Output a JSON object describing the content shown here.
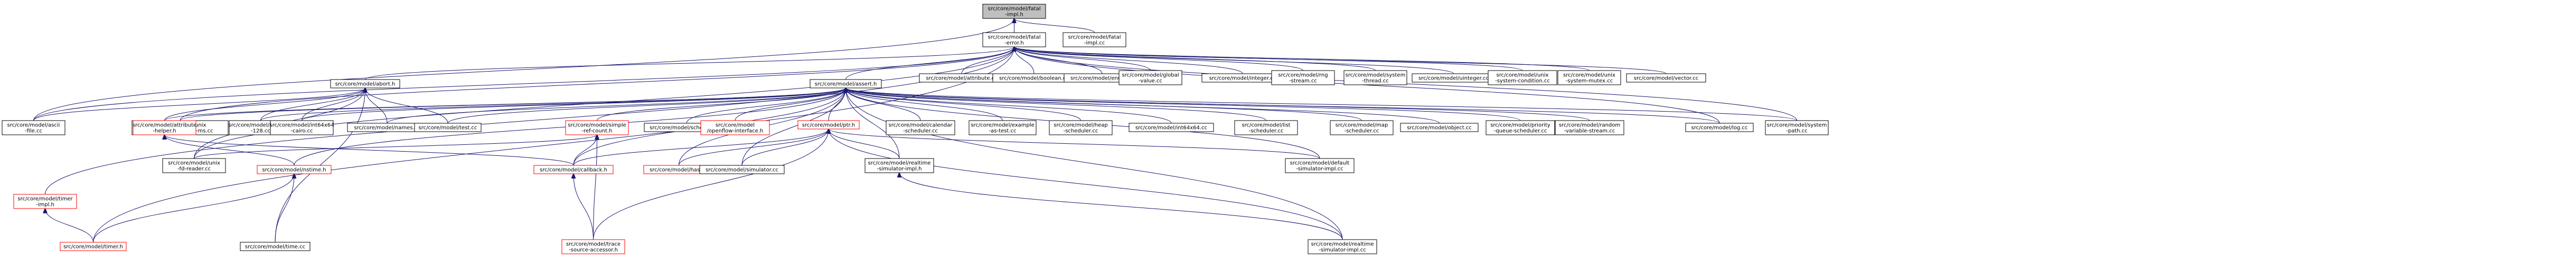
{
  "colors": {
    "edge": "#191970",
    "border_normal": "#000000",
    "border_truncated": "#ff0000",
    "fill_normal": "#ffffff",
    "fill_root": "#bfbfbf",
    "text": "#000000"
  },
  "nodes": [
    {
      "id": "fatal_impl_h",
      "lines": [
        "src/core/model/fatal",
        "-impl.h"
      ],
      "kind": "root"
    },
    {
      "id": "fatal_error_h",
      "lines": [
        "src/core/model/fatal",
        "-error.h"
      ],
      "kind": "normal"
    },
    {
      "id": "fatal_impl_cc",
      "lines": [
        "src/core/model/fatal",
        "-impl.cc"
      ],
      "kind": "normal"
    },
    {
      "id": "abort_h",
      "lines": [
        "src/core/model/abort.h"
      ],
      "kind": "normal"
    },
    {
      "id": "assert_h",
      "lines": [
        "src/core/model/assert.h"
      ],
      "kind": "normal"
    },
    {
      "id": "ascii_file_cc",
      "lines": [
        "src/core/model/ascii",
        "-file.cc"
      ],
      "kind": "normal"
    },
    {
      "id": "timer_impl_h",
      "lines": [
        "src/core/model/timer",
        "-impl.h"
      ],
      "kind": "truncated"
    },
    {
      "id": "timer_h",
      "lines": [
        "src/core/model/timer.h"
      ],
      "kind": "truncated"
    },
    {
      "id": "unix_wall_clock_cc",
      "lines": [
        "src/core/model/unix",
        "-system-wall-clock-ms.cc"
      ],
      "kind": "normal"
    },
    {
      "id": "attribute_helper_h",
      "lines": [
        "src/core/model/attribute",
        "-helper.h"
      ],
      "kind": "truncated"
    },
    {
      "id": "int64x64_128_cc",
      "lines": [
        "src/core/model/int64x64",
        "-128.cc"
      ],
      "kind": "normal"
    },
    {
      "id": "int64x64_cairo_cc",
      "lines": [
        "src/core/model/int64x64",
        "-cairo.cc"
      ],
      "kind": "normal"
    },
    {
      "id": "names_cc",
      "lines": [
        "src/core/model/names.cc"
      ],
      "kind": "normal"
    },
    {
      "id": "test_cc",
      "lines": [
        "src/core/model/test.cc"
      ],
      "kind": "normal"
    },
    {
      "id": "simple_ref_count_h",
      "lines": [
        "src/core/model/simple",
        "-ref-count.h"
      ],
      "kind": "truncated"
    },
    {
      "id": "scheduler_cc",
      "lines": [
        "src/core/model/scheduler.cc"
      ],
      "kind": "normal"
    },
    {
      "id": "openflow_interface_h",
      "lines": [
        "src/core/model",
        "/openflow-interface.h"
      ],
      "kind": "truncated"
    },
    {
      "id": "ptr_h",
      "lines": [
        "src/core/model/ptr.h"
      ],
      "kind": "truncated"
    },
    {
      "id": "calendar_scheduler_cc",
      "lines": [
        "src/core/model/calendar",
        "-scheduler.cc"
      ],
      "kind": "normal"
    },
    {
      "id": "attribute_cc",
      "lines": [
        "src/core/model/attribute.cc"
      ],
      "kind": "normal"
    },
    {
      "id": "boolean_cc",
      "lines": [
        "src/core/model/boolean.cc"
      ],
      "kind": "normal"
    },
    {
      "id": "enum_cc",
      "lines": [
        "src/core/model/enum.cc"
      ],
      "kind": "normal"
    },
    {
      "id": "global_value_cc",
      "lines": [
        "src/core/model/global",
        "-value.cc"
      ],
      "kind": "normal"
    },
    {
      "id": "integer_cc",
      "lines": [
        "src/core/model/integer.cc"
      ],
      "kind": "normal"
    },
    {
      "id": "rng_stream_cc",
      "lines": [
        "src/core/model/rng",
        "-stream.cc"
      ],
      "kind": "normal"
    },
    {
      "id": "system_thread_cc",
      "lines": [
        "src/core/model/system",
        "-thread.cc"
      ],
      "kind": "normal"
    },
    {
      "id": "uinteger_cc",
      "lines": [
        "src/core/model/uinteger.cc"
      ],
      "kind": "normal"
    },
    {
      "id": "unix_cond_cc",
      "lines": [
        "src/core/model/unix",
        "-system-condition.cc"
      ],
      "kind": "normal"
    },
    {
      "id": "unix_mutex_cc",
      "lines": [
        "src/core/model/unix",
        "-system-mutex.cc"
      ],
      "kind": "normal"
    },
    {
      "id": "vector_cc",
      "lines": [
        "src/core/model/vector.cc"
      ],
      "kind": "normal"
    },
    {
      "id": "example_as_test_cc",
      "lines": [
        "src/core/model/example",
        "-as-test.cc"
      ],
      "kind": "normal"
    },
    {
      "id": "heap_scheduler_cc",
      "lines": [
        "src/core/model/heap",
        "-scheduler.cc"
      ],
      "kind": "normal"
    },
    {
      "id": "int64x64_cc",
      "lines": [
        "src/core/model/int64x64.cc"
      ],
      "kind": "normal"
    },
    {
      "id": "list_scheduler_cc",
      "lines": [
        "src/core/model/list",
        "-scheduler.cc"
      ],
      "kind": "normal"
    },
    {
      "id": "map_scheduler_cc",
      "lines": [
        "src/core/model/map",
        "-scheduler.cc"
      ],
      "kind": "normal"
    },
    {
      "id": "object_cc",
      "lines": [
        "src/core/model/object.cc"
      ],
      "kind": "normal"
    },
    {
      "id": "priority_queue_cc",
      "lines": [
        "src/core/model/priority",
        "-queue-scheduler.cc"
      ],
      "kind": "normal"
    },
    {
      "id": "random_variable_stream_cc",
      "lines": [
        "src/core/model/random",
        "-variable-stream.cc"
      ],
      "kind": "normal"
    },
    {
      "id": "log_cc",
      "lines": [
        "src/core/model/log.cc"
      ],
      "kind": "normal"
    },
    {
      "id": "system_path_cc",
      "lines": [
        "src/core/model/system",
        "-path.cc"
      ],
      "kind": "normal"
    },
    {
      "id": "unix_fd_reader_cc",
      "lines": [
        "src/core/model/unix",
        "-fd-reader.cc"
      ],
      "kind": "normal"
    },
    {
      "id": "nstime_h",
      "lines": [
        "src/core/model/nstime.h"
      ],
      "kind": "truncated"
    },
    {
      "id": "callback_h",
      "lines": [
        "src/core/model/callback.h"
      ],
      "kind": "truncated"
    },
    {
      "id": "hash_h",
      "lines": [
        "src/core/model/hash.h"
      ],
      "kind": "truncated"
    },
    {
      "id": "simulator_cc",
      "lines": [
        "src/core/model/simulator.cc"
      ],
      "kind": "normal"
    },
    {
      "id": "realtime_sim_impl_h",
      "lines": [
        "src/core/model/realtime",
        "-simulator-impl.h"
      ],
      "kind": "normal"
    },
    {
      "id": "default_sim_impl_cc",
      "lines": [
        "src/core/model/default",
        "-simulator-impl.cc"
      ],
      "kind": "normal"
    },
    {
      "id": "time_cc",
      "lines": [
        "src/core/model/time.cc"
      ],
      "kind": "normal"
    },
    {
      "id": "trace_source_accessor_h",
      "lines": [
        "src/core/model/trace",
        "-source-accessor.h"
      ],
      "kind": "truncated"
    },
    {
      "id": "realtime_sim_impl_cc",
      "lines": [
        "src/core/model/realtime",
        "-simulator-impl.cc"
      ],
      "kind": "normal"
    }
  ],
  "edges": [
    [
      "fatal_error_h",
      "fatal_impl_h"
    ],
    [
      "fatal_impl_cc",
      "fatal_impl_h"
    ],
    [
      "ascii_file_cc",
      "fatal_impl_h"
    ],
    [
      "abort_h",
      "fatal_error_h"
    ],
    [
      "assert_h",
      "fatal_error_h"
    ],
    [
      "ascii_file_cc",
      "fatal_error_h"
    ],
    [
      "timer_impl_h",
      "fatal_error_h"
    ],
    [
      "timer_h",
      "fatal_error_h"
    ],
    [
      "unix_wall_clock_cc",
      "fatal_error_h"
    ],
    [
      "unix_fd_reader_cc",
      "fatal_error_h"
    ],
    [
      "attribute_cc",
      "fatal_error_h"
    ],
    [
      "boolean_cc",
      "fatal_error_h"
    ],
    [
      "enum_cc",
      "fatal_error_h"
    ],
    [
      "global_value_cc",
      "fatal_error_h"
    ],
    [
      "integer_cc",
      "fatal_error_h"
    ],
    [
      "rng_stream_cc",
      "fatal_error_h"
    ],
    [
      "system_thread_cc",
      "fatal_error_h"
    ],
    [
      "uinteger_cc",
      "fatal_error_h"
    ],
    [
      "unix_cond_cc",
      "fatal_error_h"
    ],
    [
      "unix_mutex_cc",
      "fatal_error_h"
    ],
    [
      "vector_cc",
      "fatal_error_h"
    ],
    [
      "system_path_cc",
      "fatal_error_h"
    ],
    [
      "log_cc",
      "fatal_error_h"
    ],
    [
      "ascii_file_cc",
      "abort_h"
    ],
    [
      "attribute_helper_h",
      "abort_h"
    ],
    [
      "int64x64_128_cc",
      "abort_h"
    ],
    [
      "int64x64_cairo_cc",
      "abort_h"
    ],
    [
      "names_cc",
      "abort_h"
    ],
    [
      "test_cc",
      "abort_h"
    ],
    [
      "unix_fd_reader_cc",
      "abort_h"
    ],
    [
      "time_cc",
      "abort_h"
    ],
    [
      "unix_wall_clock_cc",
      "assert_h"
    ],
    [
      "attribute_helper_h",
      "assert_h"
    ],
    [
      "int64x64_128_cc",
      "assert_h"
    ],
    [
      "int64x64_cairo_cc",
      "assert_h"
    ],
    [
      "names_cc",
      "assert_h"
    ],
    [
      "test_cc",
      "assert_h"
    ],
    [
      "simple_ref_count_h",
      "assert_h"
    ],
    [
      "scheduler_cc",
      "assert_h"
    ],
    [
      "openflow_interface_h",
      "assert_h"
    ],
    [
      "ptr_h",
      "assert_h"
    ],
    [
      "calendar_scheduler_cc",
      "assert_h"
    ],
    [
      "example_as_test_cc",
      "assert_h"
    ],
    [
      "heap_scheduler_cc",
      "assert_h"
    ],
    [
      "int64x64_cc",
      "assert_h"
    ],
    [
      "list_scheduler_cc",
      "assert_h"
    ],
    [
      "map_scheduler_cc",
      "assert_h"
    ],
    [
      "object_cc",
      "assert_h"
    ],
    [
      "priority_queue_cc",
      "assert_h"
    ],
    [
      "random_variable_stream_cc",
      "assert_h"
    ],
    [
      "log_cc",
      "assert_h"
    ],
    [
      "system_path_cc",
      "assert_h"
    ],
    [
      "callback_h",
      "assert_h"
    ],
    [
      "hash_h",
      "assert_h"
    ],
    [
      "simulator_cc",
      "assert_h"
    ],
    [
      "realtime_sim_impl_h",
      "assert_h"
    ],
    [
      "default_sim_impl_cc",
      "assert_h"
    ],
    [
      "realtime_sim_impl_cc",
      "assert_h"
    ],
    [
      "nstime_h",
      "assert_h"
    ],
    [
      "timer_h",
      "timer_impl_h"
    ],
    [
      "callback_h",
      "attribute_helper_h"
    ],
    [
      "nstime_h",
      "attribute_helper_h"
    ],
    [
      "unix_fd_reader_cc",
      "simple_ref_count_h"
    ],
    [
      "callback_h",
      "simple_ref_count_h"
    ],
    [
      "trace_source_accessor_h",
      "simple_ref_count_h"
    ],
    [
      "callback_h",
      "ptr_h"
    ],
    [
      "hash_h",
      "ptr_h"
    ],
    [
      "simulator_cc",
      "ptr_h"
    ],
    [
      "realtime_sim_impl_h",
      "ptr_h"
    ],
    [
      "default_sim_impl_cc",
      "ptr_h"
    ],
    [
      "trace_source_accessor_h",
      "ptr_h"
    ],
    [
      "realtime_sim_impl_cc",
      "ptr_h"
    ],
    [
      "timer_h",
      "nstime_h"
    ],
    [
      "time_cc",
      "nstime_h"
    ],
    [
      "trace_source_accessor_h",
      "callback_h"
    ],
    [
      "realtime_sim_impl_cc",
      "realtime_sim_impl_h"
    ]
  ]
}
